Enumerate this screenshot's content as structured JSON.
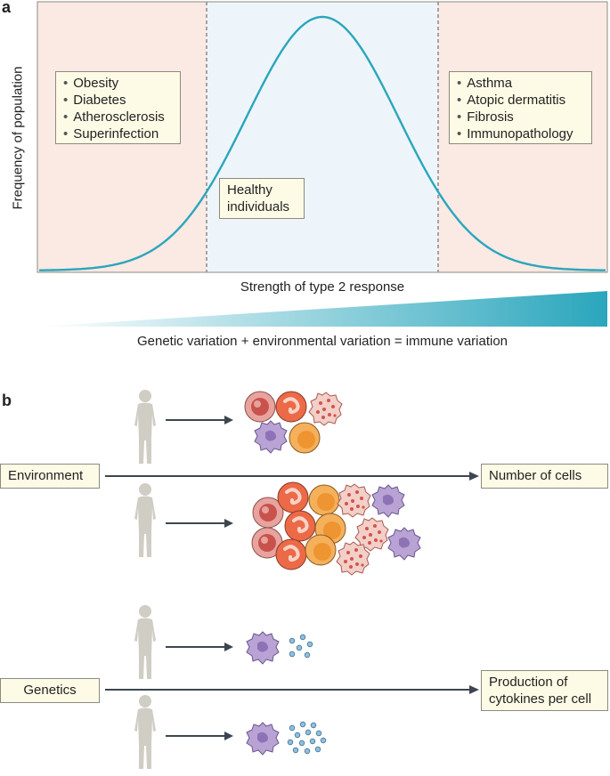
{
  "panel_a": {
    "letter": "a",
    "ylabel": "Frequency of population",
    "xlabel": "Strength of type 2 response",
    "gradient_caption": "Genetic variation + environmental variation = immune variation",
    "left_conditions": [
      "Obesity",
      "Diabetes",
      "Atherosclerosis",
      "Superinfection"
    ],
    "right_conditions": [
      "Asthma",
      "Atopic dermatitis",
      "Fibrosis",
      "Immunopathology"
    ],
    "center_label": "Healthy individuals",
    "colors": {
      "extreme_zone": "#fbe9e4",
      "healthy_zone": "#eef5fa",
      "curve": "#2aa6bc",
      "gradient_end": "#2aa6bc"
    }
  },
  "panel_b": {
    "letter": "b",
    "environment": {
      "label": "Environment",
      "outcome": "Number of cells"
    },
    "genetics": {
      "label": "Genetics",
      "outcome": "Production of cytokines per cell"
    },
    "icons": [
      "human-silhouette-icon",
      "erythrocyte-like-cell-icon",
      "neutrophil-icon",
      "eosinophil-icon",
      "macrophage-icon",
      "cytokine-dots-icon"
    ]
  }
}
